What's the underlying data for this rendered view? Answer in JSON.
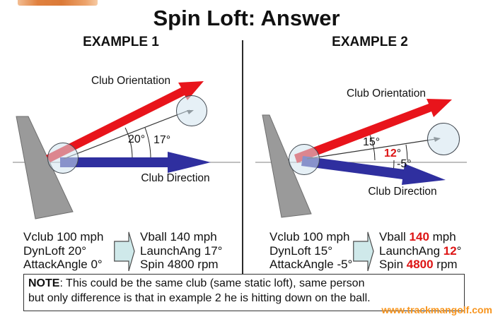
{
  "title": "Spin Loft: Answer",
  "watermark": "www.trackmangolf.com",
  "colors": {
    "arrow_red": "#e8141b",
    "arrow_blue": "#2f2f9f",
    "highlight_red": "#dd1515",
    "brand_orange": "#f7941d",
    "ball_fill": "#dfeaf1",
    "club_gray": "#9a9a9a"
  },
  "note": {
    "label": "NOTE",
    "line1": ": This could be the same club (same static loft), same person",
    "line2": "but only difference is that in example 2 he is hitting down on the ball."
  },
  "example1": {
    "heading": "EXAMPLE 1",
    "diagram": {
      "orientation_label": "Club Orientation",
      "direction_label": "Club Direction",
      "loft_angle": "20°",
      "launch_angle": "17°"
    },
    "inputs": [
      "Vclub 100 mph",
      "DynLoft 20°",
      "AttackAngle 0°"
    ],
    "outputs": [
      "Vball 140 mph",
      "LaunchAng 17°",
      "Spin 4800 rpm"
    ]
  },
  "example2": {
    "heading": "EXAMPLE 2",
    "diagram": {
      "orientation_label": "Club Orientation",
      "direction_label": "Club Direction",
      "loft_angle": "15°",
      "launch_value": "12",
      "launch_degree": "°",
      "attack_angle": "-5°"
    },
    "inputs": [
      "Vclub 100 mph",
      "DynLoft 15°",
      "AttackAngle -5°"
    ],
    "outputs": [
      {
        "pre": "Vball ",
        "value": "140",
        "post": " mph"
      },
      {
        "pre": "LaunchAng ",
        "value": "12",
        "post": "°"
      },
      {
        "pre": "Spin ",
        "value": "4800",
        "post": " rpm"
      }
    ]
  }
}
